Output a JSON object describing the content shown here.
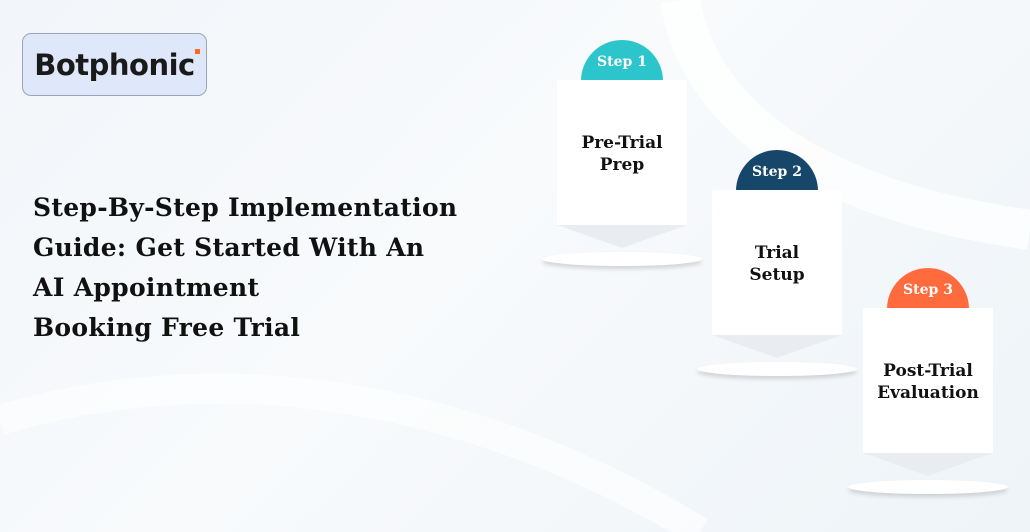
{
  "brand": {
    "name": "Botphonic"
  },
  "headline": [
    "Step-By-Step Implementation",
    "Guide: Get Started With An",
    "AI Appointment",
    "Booking Free Trial"
  ],
  "steps": [
    {
      "tab": "Step 1",
      "title": [
        "Pre-Trial",
        "Prep"
      ],
      "color": "#2cc5cc"
    },
    {
      "tab": "Step 2",
      "title": [
        "Trial",
        "Setup"
      ],
      "color": "#17466b"
    },
    {
      "tab": "Step 3",
      "title": [
        "Post-Trial",
        "Evaluation"
      ],
      "color": "#ff6b3d"
    }
  ]
}
